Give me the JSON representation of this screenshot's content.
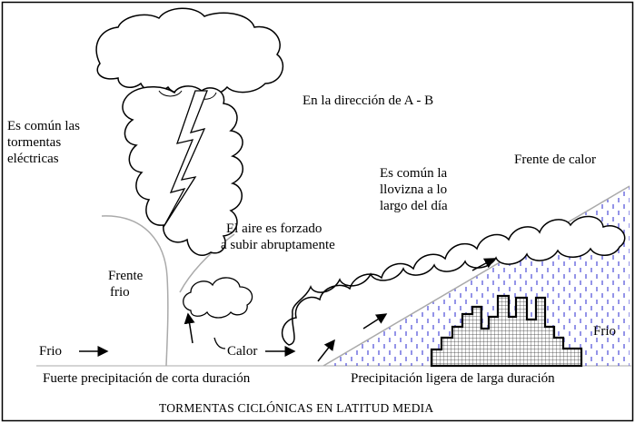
{
  "diagram": {
    "labels": {
      "direction": "En la dirección de A -  B",
      "thunderstorms": [
        "Es común las",
        "tormentas",
        "eléctricas"
      ],
      "forced_air": [
        "El aire es forzado",
        "a subir abruptamente"
      ],
      "cold_front": [
        "Frente",
        "frio"
      ],
      "drizzle": [
        "Es común la",
        "llovizna a lo",
        "largo del día"
      ],
      "warm_front": "Frente de calor",
      "cold_right": "Frio",
      "cold_left": "Frio",
      "heat": "Calor",
      "heavy_precip": "Fuerte precipitación de corta duración",
      "light_precip": "Precipitación  ligera de larga duración",
      "caption": "TORMENTAS CICLÓNICAS EN LATITUD MEDIA"
    },
    "colors": {
      "line": "#000000",
      "front_line": "#aaaaaa",
      "rain": "#2a2ad0",
      "background": "#ffffff"
    }
  }
}
